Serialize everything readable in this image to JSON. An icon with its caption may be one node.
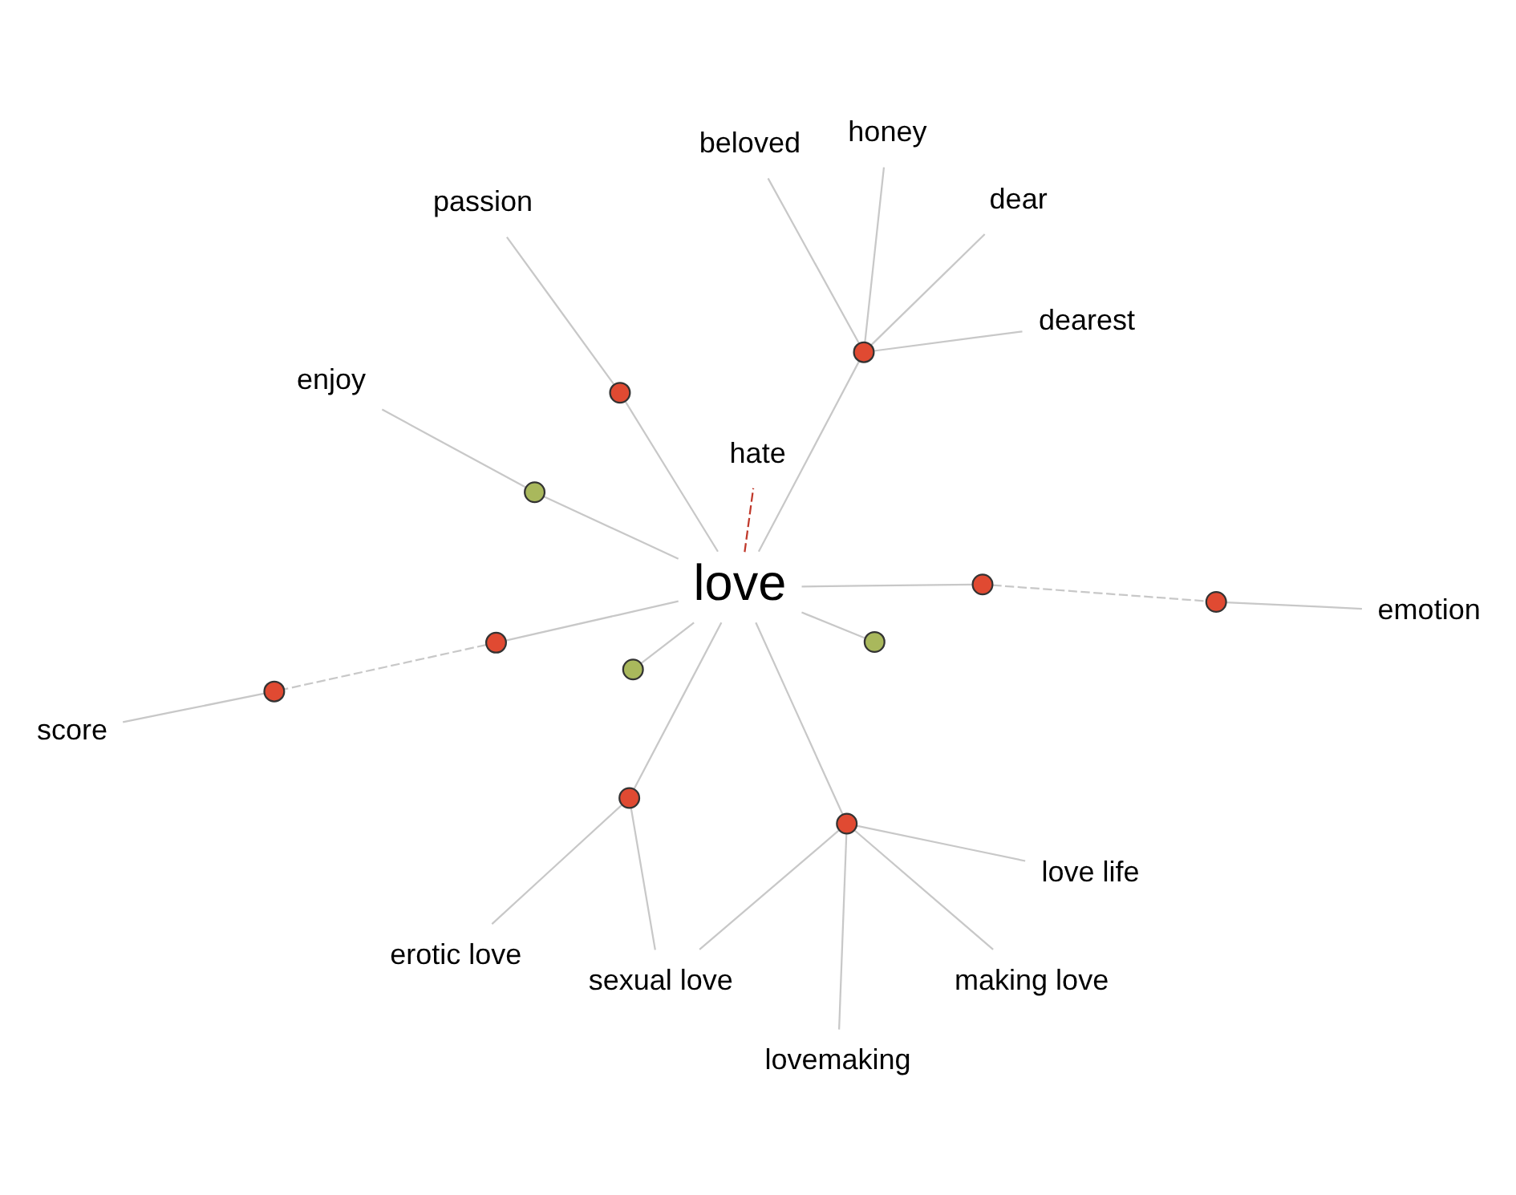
{
  "diagram": {
    "nodes": [
      {
        "text": [
          "score"
        ]
      },
      {
        "text": [
          "emotion"
        ]
      },
      {
        "text": [
          "erotic love"
        ]
      },
      {
        "text": [],
        "shape": "circle"
      },
      {
        "text": [],
        "shape": "circle"
      },
      {
        "text": [],
        "shape": "circle"
      },
      {
        "text": [],
        "shape": "circle"
      },
      {
        "text": [
          "sexual love"
        ]
      },
      {
        "text": [],
        "shape": "circle"
      },
      {
        "text": [],
        "shape": "circle"
      },
      {
        "text": [],
        "shape": "circle"
      },
      {
        "text": [
          "lovemaking"
        ]
      },
      {
        "text": [
          "love"
        ]
      },
      {
        "text": [],
        "shape": "circle"
      },
      {
        "text": [
          "passion"
        ]
      },
      {
        "text": [],
        "shape": "circle"
      },
      {
        "text": [
          "making love"
        ]
      },
      {
        "text": [
          "hate"
        ]
      },
      {
        "text": [],
        "shape": "circle"
      },
      {
        "text": [
          "love life"
        ]
      },
      {
        "text": [
          "enjoy"
        ]
      },
      {
        "text": [],
        "shape": "circle"
      },
      {
        "text": [
          "honey"
        ]
      },
      {
        "text": [
          "dear"
        ]
      },
      {
        "text": [
          "beloved"
        ]
      },
      {
        "text": [
          "dearest"
        ]
      }
    ],
    "edges": [
      {
        "from": 12,
        "to": 8,
        "arrow": "none"
      },
      {
        "from": 8,
        "to": 4,
        "arrow": "none",
        "style": "dashed"
      },
      {
        "from": 4,
        "to": 1,
        "arrow": "none"
      },
      {
        "from": 12,
        "to": 5,
        "arrow": "none"
      },
      {
        "from": 5,
        "to": 2,
        "arrow": "none"
      },
      {
        "from": 5,
        "to": 7,
        "arrow": "none"
      },
      {
        "from": 12,
        "to": 6,
        "arrow": "none"
      },
      {
        "from": 6,
        "to": 3,
        "arrow": "none",
        "style": "dashed"
      },
      {
        "from": 3,
        "to": 0,
        "arrow": "none"
      },
      {
        "from": 12,
        "to": 9,
        "arrow": "none"
      },
      {
        "from": 12,
        "to": 10,
        "arrow": "none"
      },
      {
        "from": 12,
        "to": 15,
        "arrow": "none"
      },
      {
        "from": 15,
        "to": 14,
        "arrow": "none"
      },
      {
        "from": 12,
        "to": 18,
        "arrow": "none"
      },
      {
        "from": 18,
        "to": 20,
        "arrow": "none"
      },
      {
        "from": 12,
        "to": 17,
        "arrow": "none",
        "style": "dashed",
        "color": "#c0392b"
      },
      {
        "from": 13,
        "to": 12,
        "arrow": "none"
      },
      {
        "from": 13,
        "to": 7,
        "arrow": "none"
      },
      {
        "from": 13,
        "to": 11,
        "arrow": "none"
      },
      {
        "from": 13,
        "to": 16,
        "arrow": "none"
      },
      {
        "from": 13,
        "to": 19,
        "arrow": "none"
      },
      {
        "from": 12,
        "to": 21,
        "arrow": "none"
      },
      {
        "from": 21,
        "to": 22,
        "arrow": "none"
      },
      {
        "from": 21,
        "to": 23,
        "arrow": "none"
      },
      {
        "from": 21,
        "to": 24,
        "arrow": "none"
      },
      {
        "from": 21,
        "to": 25,
        "arrow": "none"
      }
    ]
  }
}
